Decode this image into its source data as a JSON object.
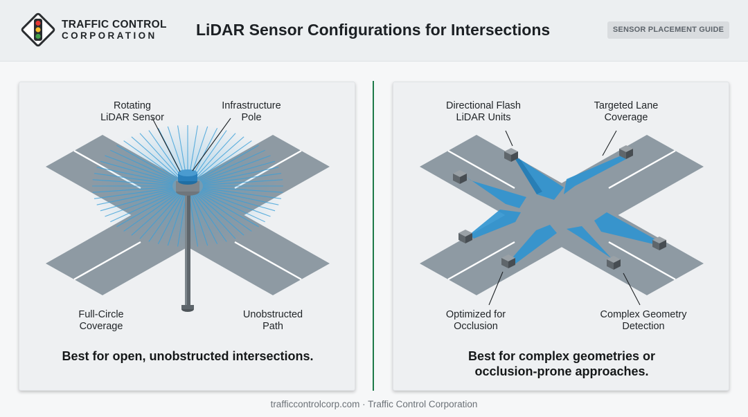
{
  "header": {
    "brand_line1": "TRAFFIC CONTROL",
    "brand_line2": "CORPORATION",
    "title": "LiDAR Sensor Configurations for Intersections",
    "badge": "SENSOR PLACEMENT GUIDE"
  },
  "left_panel": {
    "labels": {
      "rotating_sensor": [
        "Rotating",
        "LiDAR Sensor"
      ],
      "infrastructure_pole": [
        "Infrastructure",
        "Pole"
      ],
      "full_circle": [
        "Full-Circle",
        "Coverage"
      ],
      "unobstructed_path": [
        "Unobstructed",
        "Path"
      ]
    },
    "caption": "Best for open, unobstructed intersections."
  },
  "right_panel": {
    "labels": {
      "directional_flash": [
        "Directional Flash",
        "LiDAR Units"
      ],
      "targeted_lane": [
        "Targeted Lane",
        "Coverage"
      ],
      "optimized_occlusion": [
        "Optimized for",
        "Occlusion"
      ],
      "complex_geometry": [
        "Complex Geometry",
        "Detection"
      ]
    },
    "caption": [
      "Best for complex geometries or",
      "occlusion-prone approaches."
    ]
  },
  "footer": "trafficcontrolcorp.com · Traffic Control Corporation",
  "colors": {
    "road": "#8e9aa3",
    "lane_line": "#ffffff",
    "beam": "#3a9fd8",
    "divider": "#1d7a48",
    "sensor": "#6f767c"
  },
  "icons": {
    "logo": "traffic-light-icon"
  }
}
